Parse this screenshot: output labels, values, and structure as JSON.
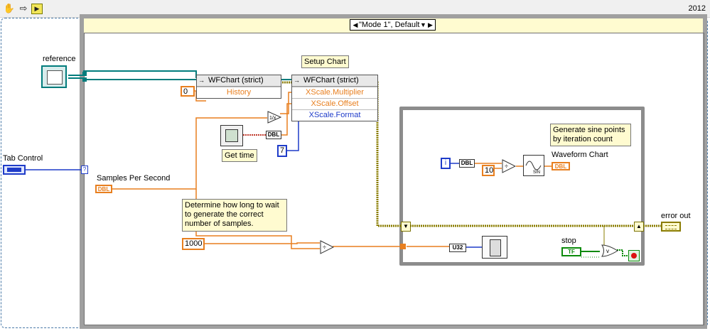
{
  "toolbar": {
    "year": "2012",
    "icons": [
      "hand-icon",
      "step-arrow-icon",
      "highlight-icon"
    ]
  },
  "case_structure": {
    "selector_label": "\"Mode 1\", Default"
  },
  "labels": {
    "reference": "reference",
    "tab_control": "Tab Control",
    "samples_per_second": "Samples Per Second",
    "setup_chart": "Setup Chart",
    "get_time": "Get time",
    "waveform_chart": "Waveform Chart",
    "error_out": "error out",
    "stop": "stop"
  },
  "notes": {
    "determine": "Determine how long to wait to generate the correct number of samples.",
    "generate": "Generate sine points by iteration count"
  },
  "property_nodes": {
    "node1": {
      "title": "WFChart (strict)",
      "rows": [
        "History"
      ]
    },
    "node2": {
      "title": "WFChart (strict)",
      "rows": [
        "XScale.Multiplier",
        "XScale.Offset",
        "XScale.Format"
      ]
    }
  },
  "constants": {
    "history_zero": "0",
    "format_seven": "7",
    "thousand": "1000",
    "ten": "10",
    "iteration": "i"
  },
  "terminals": {
    "dbl": "DBL",
    "u32": "U32",
    "tf": "TF",
    "sin": "SIN",
    "question": "?"
  },
  "colors": {
    "orange_wire": "#e87f1f",
    "blue_wire": "#1f3cc9",
    "refnum_wire": "#007c7c",
    "error_wire": "#b5b500",
    "green_wire": "#0a8a0a",
    "case_frame": "#a0a0a0",
    "note_bg": "#fffbd0"
  }
}
